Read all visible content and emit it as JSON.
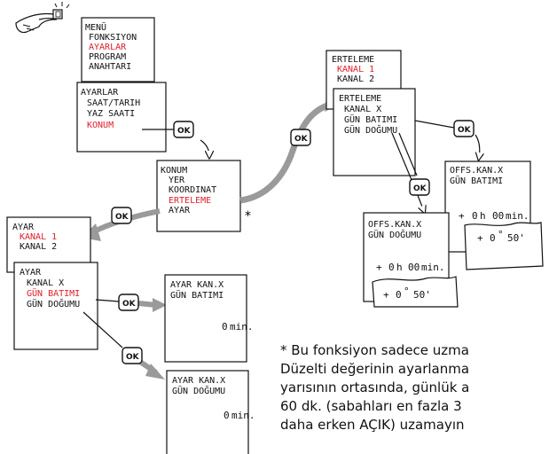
{
  "menu_screen": {
    "lines": [
      "MENÜ",
      "FONKSIYON",
      "AYARLAR",
      "PROGRAM",
      "ANAHTARI"
    ],
    "selected_index": 2
  },
  "settings_screen": {
    "lines": [
      "AYARLAR",
      "SAAT/TARIH",
      "YAZ SAATI",
      "KONUM"
    ],
    "selected_index": 3
  },
  "location_screen": {
    "lines": [
      "KONUM",
      "YER",
      "KOORDINAT",
      "ERTELEME",
      "AYAR"
    ],
    "selected_index": 3,
    "footnote_mark": "*"
  },
  "delay_screen": {
    "lines": [
      "ERTELEME",
      "KANAL 1",
      "KANAL 2"
    ],
    "selected_indices": [
      1
    ]
  },
  "delay_channel_screen": {
    "lines": [
      "ERTELEME",
      "KANAL X",
      "GÜN BATIMI",
      "GÜN DOĞUMU"
    ]
  },
  "offset_sunset_screen": {
    "lines": [
      "OFFS.KAN.X",
      "GÜN BATIMI"
    ],
    "hours": "0",
    "hours_unit": "h",
    "minutes": "00",
    "minutes_unit": "min.",
    "sign": "+",
    "deg": "0",
    "deg_unit": "°",
    "arcmin": "50'"
  },
  "offset_sunrise_screen": {
    "lines": [
      "OFFS.KAN.X",
      "GÜN DOĞUMU"
    ],
    "hours": "0",
    "hours_unit": "h",
    "minutes": "00",
    "minutes_unit": "min.",
    "sign": "+",
    "deg": "0",
    "deg_unit": "°",
    "arcmin": "50'"
  },
  "adjust_screen": {
    "lines": [
      "AYAR",
      "KANAL 1",
      "KANAL 2"
    ],
    "selected_indices": [
      1
    ]
  },
  "adjust_channel_screen": {
    "lines": [
      "AYAR",
      "KANAL X",
      "GÜN BATIMI",
      "GÜN DOĞUMU"
    ],
    "selected_index": 2
  },
  "adjust_sunset_screen": {
    "lines": [
      "AYAR KAN.X",
      "GÜN BATIMI"
    ],
    "value": "0",
    "unit": "min."
  },
  "adjust_sunrise_screen": {
    "lines": [
      "AYAR KAN.X",
      "GÜN DOĞUMU"
    ],
    "value": "0",
    "unit": "min."
  },
  "ok_button_label": "OK",
  "colors": {
    "highlight": "#e0202a",
    "arrow": "#9a9a9a"
  },
  "note": {
    "lines": [
      "* Bu fonksiyon sadece uzma",
      "Düzelti değerinin ayarlanma",
      "yarısının ortasında, günlük a",
      "60 dk. (sabahları en fazla 3",
      "daha erken AÇIK) uzamayın"
    ]
  }
}
